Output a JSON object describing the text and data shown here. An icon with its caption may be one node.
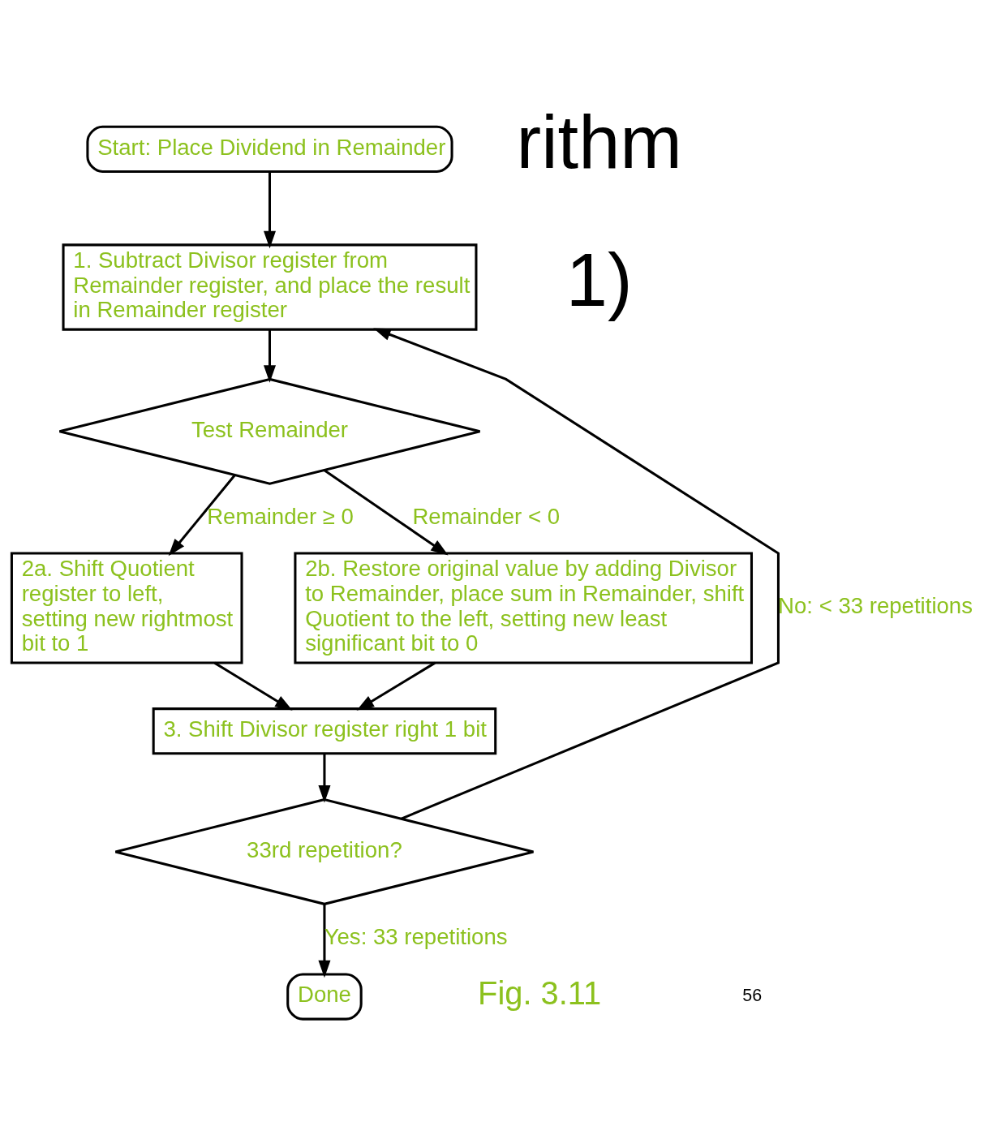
{
  "diagram": {
    "nodes": [
      {
        "text": [
          "Start: Place Dividend in Remainder"
        ]
      },
      {
        "text": [
          "1. Subtract Divisor register from Remainder register, and place the result in Remainder register"
        ]
      },
      {
        "text": [
          "Test Remainder"
        ]
      },
      {
        "text": [
          "2a. Shift Quotient register to left, setting new rightmost bit to 1"
        ]
      },
      {
        "text": [
          "2b. Restore original value by adding Divisor to Remainder, place sum in Remainder, shift Quotient to the left, setting new least significant bit to 0"
        ]
      },
      {
        "text": [
          "3. Shift Divisor register right 1 bit"
        ]
      },
      {
        "text": [
          "33rd repetition?"
        ]
      },
      {
        "text": [
          "Done"
        ]
      }
    ],
    "edges": [
      {
        "from": 0,
        "to": 1,
        "arrow": "to"
      },
      {
        "from": 1,
        "to": 2,
        "arrow": "to"
      },
      {
        "from": 2,
        "to": 3,
        "arrow": "to",
        "label": "Remainder ≥ 0"
      },
      {
        "from": 2,
        "to": 4,
        "arrow": "to",
        "label": "Remainder < 0"
      },
      {
        "from": 3,
        "to": 5,
        "arrow": "to"
      },
      {
        "from": 4,
        "to": 5,
        "arrow": "to"
      },
      {
        "from": 5,
        "to": 6,
        "arrow": "to"
      },
      {
        "from": 6,
        "to": 1,
        "arrow": "to",
        "label": "No: < 33 repetitions"
      },
      {
        "from": 6,
        "to": 7,
        "arrow": "to",
        "label": "Yes: 33 repetitions"
      }
    ],
    "labels": [
      "rithm",
      "1)",
      "Fig. 3.11",
      "56"
    ]
  }
}
